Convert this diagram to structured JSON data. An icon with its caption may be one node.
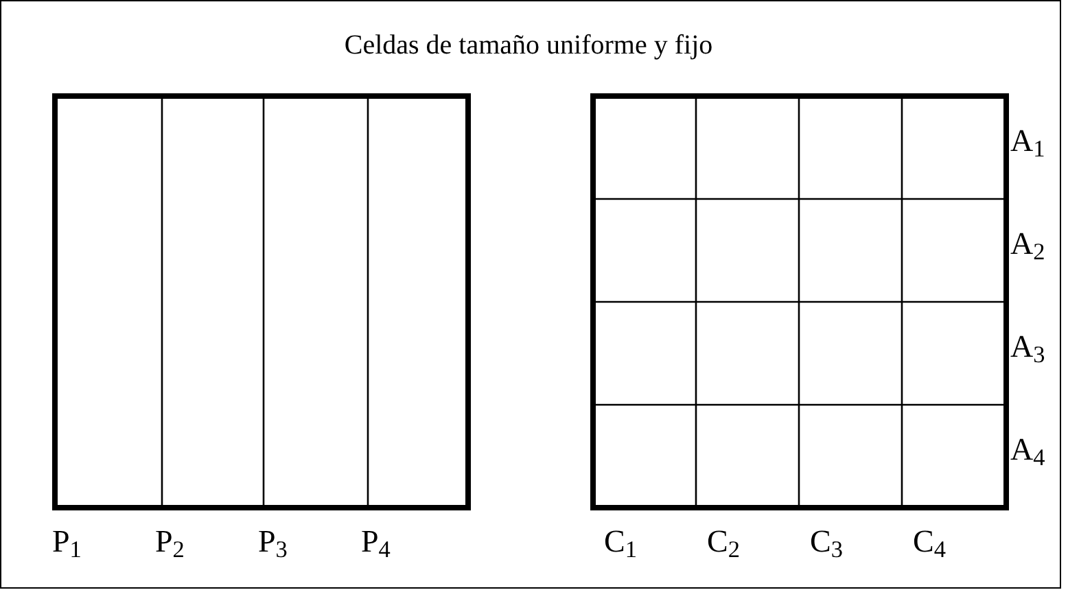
{
  "diagram": {
    "title": "Celdas de tamaño uniforme y fijo",
    "labels": [
      "A$_{1}$",
      "A$_{2}$",
      "A$_{3}$",
      "A$_{4}$",
      "P$_{1}$",
      "P$_{2}$",
      "P$_{3}$",
      "P$_{4}$",
      "C$_{1}$",
      "C$_{2}$",
      "C$_{3}$",
      "C$_{4}$"
    ]
  }
}
